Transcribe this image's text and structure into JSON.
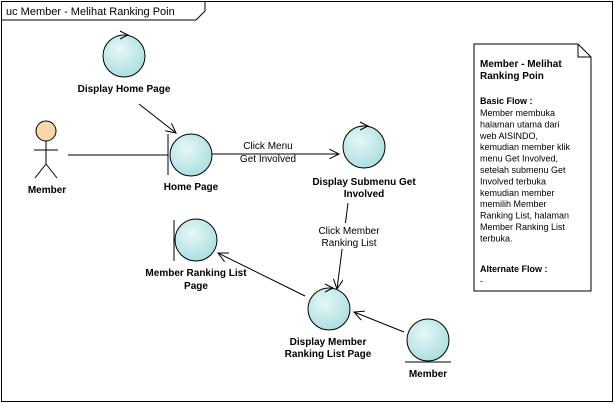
{
  "frame": {
    "title": "uc Member - Melihat Ranking Poin"
  },
  "actors": {
    "member": "Member"
  },
  "elements": {
    "display_home": "Display Home Page",
    "home_page": "Home Page",
    "display_submenu": [
      "Display Submenu Get",
      "Involved"
    ],
    "ranking_list_page": [
      "Member Ranking List",
      "Page"
    ],
    "display_ranking_list": [
      "Display Member",
      "Ranking List Page"
    ],
    "member_entity": "Member"
  },
  "flows": {
    "click_menu": [
      "Click Menu",
      "Get Involved"
    ],
    "click_member": [
      "Click Member",
      "Ranking List"
    ]
  },
  "note": {
    "title": [
      "Member - Melihat",
      "Ranking Poin"
    ],
    "basic_flow_heading": "Basic Flow :",
    "basic_flow_lines": [
      "Member membuka",
      "halaman utama dari",
      "web AISINDO,",
      "kemudian member klik",
      "menu Get Involved,",
      "setelah submenu Get",
      "Involved terbuka",
      "kemudian member",
      "memilih Member",
      "Ranking List, halaman",
      "Member Ranking List",
      "terbuka."
    ],
    "alternate_flow_heading": "Alternate Flow :",
    "alternate_flow_text": "-"
  },
  "colors": {
    "circle_fill": "#c9ecec",
    "circle_stroke": "#000000",
    "actor_head": "#f9d7a8",
    "note_fill": "#ffffff"
  }
}
